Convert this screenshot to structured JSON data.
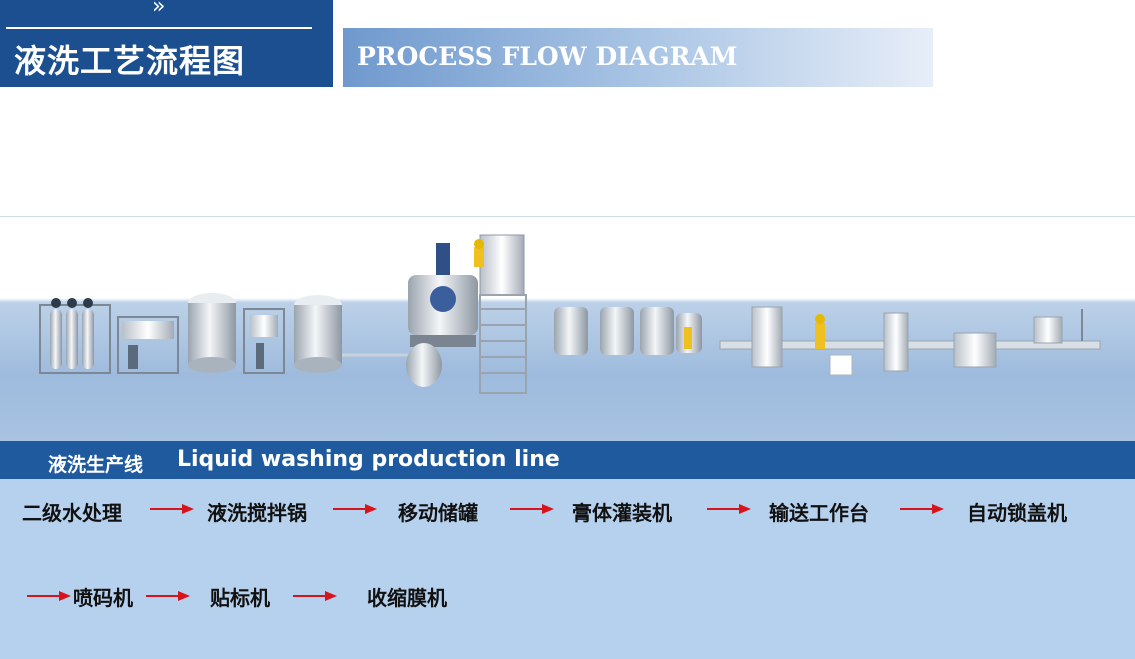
{
  "header": {
    "chevron": "»",
    "title_cn": "液洗工艺流程图",
    "title_en": "PROCESS FLOW DIAGRAM"
  },
  "banner": {
    "label_cn": "液洗生产线",
    "label_en": "Liquid washing production line"
  },
  "process_steps": [
    "二级水处理",
    "液洗搅拌锅",
    "移动储罐",
    "膏体灌装机",
    "输送工作台",
    "自动锁盖机",
    "喷码机",
    "贴标机",
    "收缩膜机"
  ],
  "colors": {
    "header_blue": "#1b4f8f",
    "banner_blue": "#1f5a9f",
    "steps_bg": "#b6d1ee",
    "arrow_red": "#d8131b",
    "floor_blue": "#9ebbdd"
  }
}
